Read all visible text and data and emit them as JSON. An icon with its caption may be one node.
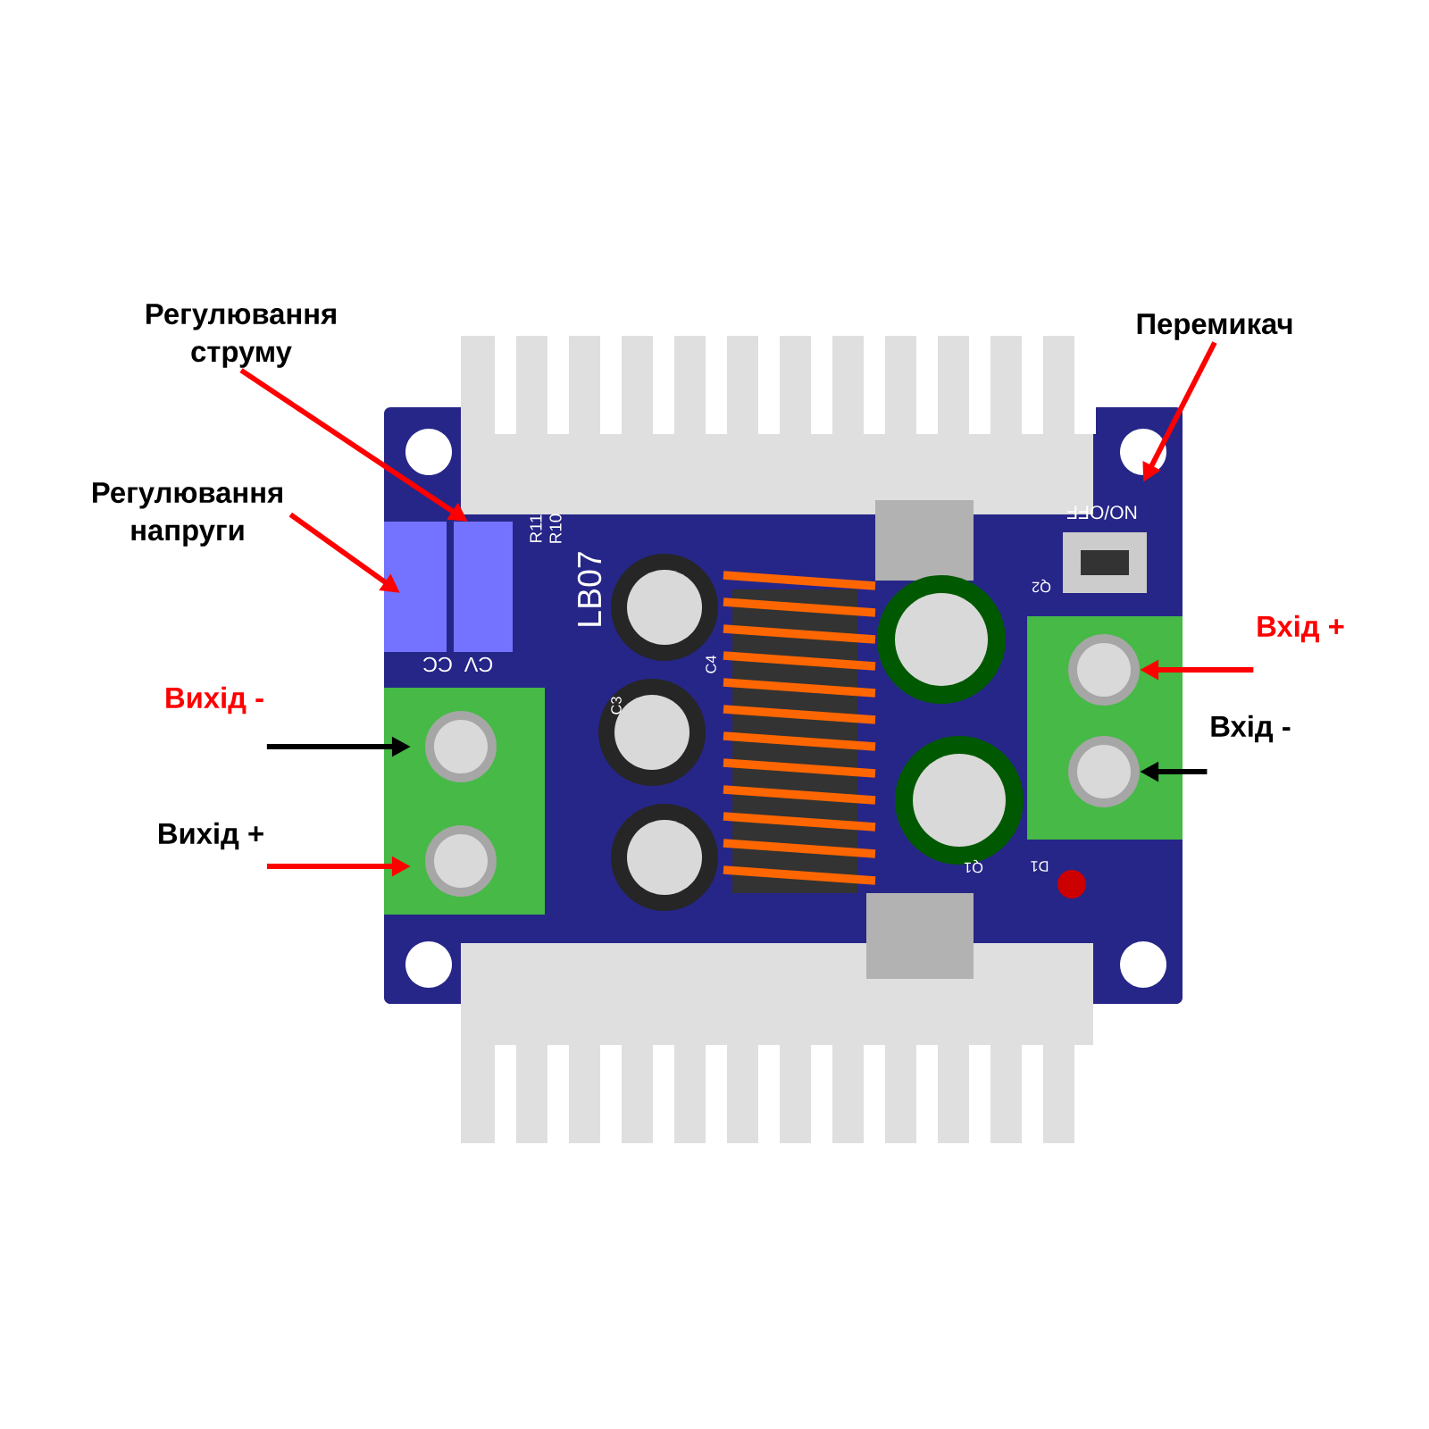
{
  "diagram": {
    "nodes": [
      {
        "text": [
          "Регулювання струму"
        ]
      },
      {
        "text": [
          "Перемикач"
        ]
      },
      {
        "text": [
          "Регулювання напруги"
        ]
      },
      {
        "text": [
          "Вхід +"
        ]
      },
      {
        "text": [
          "Вихід -"
        ]
      },
      {
        "text": [
          "Вхід -"
        ]
      },
      {
        "text": [
          "Вихід +"
        ]
      }
    ],
    "edges": [
      {
        "from": 0,
        "to": null,
        "arrow": "to"
      },
      {
        "from": 1,
        "to": null,
        "arrow": "to"
      },
      {
        "from": 2,
        "to": null,
        "arrow": "to"
      },
      {
        "from": 3,
        "to": null,
        "arrow": "to"
      },
      {
        "from": 4,
        "to": null,
        "arrow": "to",
        "color": "#000000"
      },
      {
        "from": 5,
        "to": null,
        "arrow": "to",
        "color": "#000000"
      },
      {
        "from": 6,
        "to": null,
        "arrow": "to"
      }
    ],
    "labels": [
      "LB07",
      "R11",
      "R10",
      "NO/OFF",
      "CC",
      "CV",
      "C4",
      "C3",
      "Q2",
      "Q1",
      "D1"
    ]
  }
}
